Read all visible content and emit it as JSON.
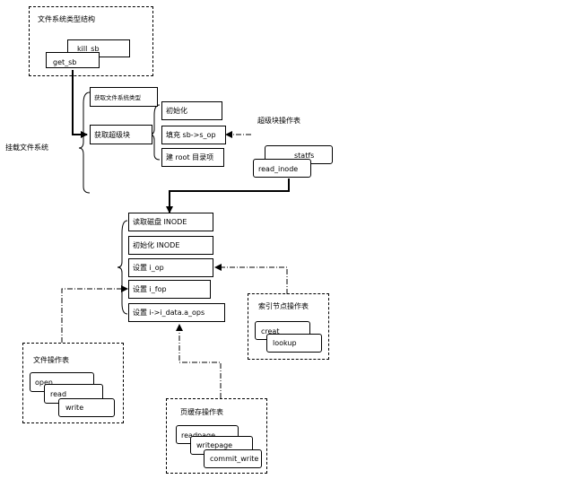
{
  "fs_type_struct": {
    "title": "文件系统类型结构",
    "kill_sb": "kill_sb",
    "get_sb": "get_sb"
  },
  "mount": {
    "label": "挂载文件系统",
    "get_fs_type": "获取文件系统类型",
    "get_super": "获取超级块"
  },
  "superblock_steps": [
    "初始化",
    "填充 sb->s_op",
    "建 root 目录项"
  ],
  "super_ops": {
    "title": "超级块操作表",
    "statfs": "statfs",
    "read_inode": "read_inode"
  },
  "inode_steps": [
    "读取磁盘 INODE",
    "初始化 INODE",
    "设置 i_op",
    "设置 i_fop",
    "设置 i->i_data.a_ops"
  ],
  "inode_ops": {
    "title": "索引节点操作表",
    "creat": "creat",
    "lookup": "lookup"
  },
  "file_ops": {
    "title": "文件操作表",
    "open": "open",
    "read": "read",
    "write": "write"
  },
  "page_cache_ops": {
    "title": "页缓存操作表",
    "readpage": "readpage",
    "writepage": "writepage",
    "commit_write": "commit_write"
  }
}
